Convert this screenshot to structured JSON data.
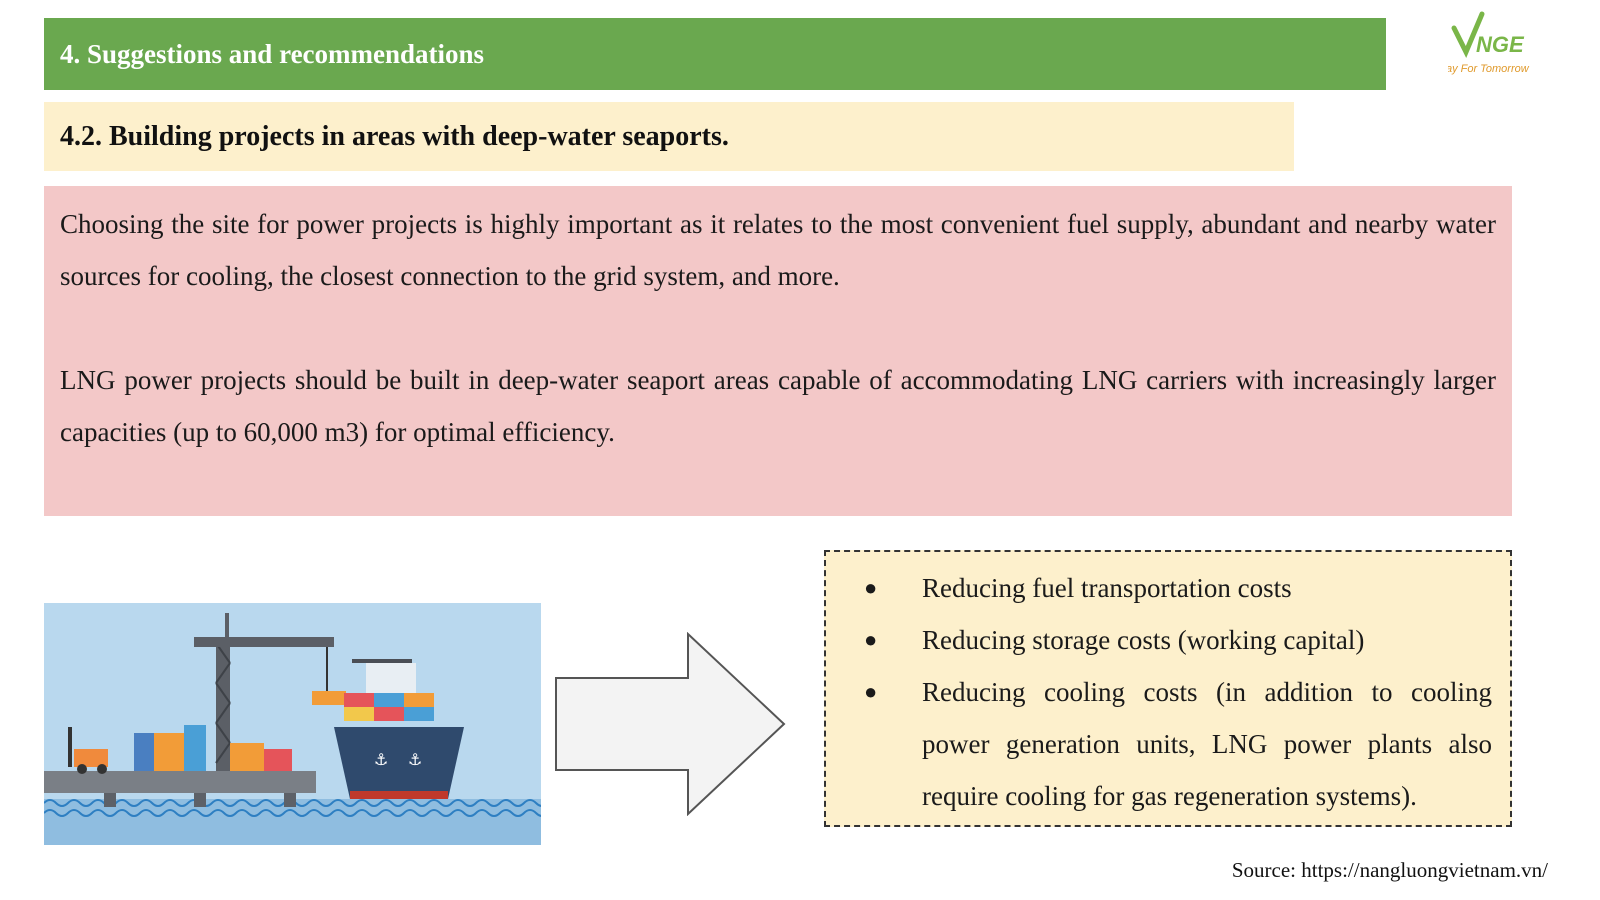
{
  "header": {
    "title": "4. Suggestions and recommendations"
  },
  "logo": {
    "name": "VNGE",
    "tagline": "Today For Tomorrow"
  },
  "subheader": {
    "title": "4.2. Building projects in areas with deep-water seaports."
  },
  "body": {
    "paragraphs": [
      "Choosing the site for power projects is highly important as it relates to the most convenient fuel supply, abundant and nearby water sources for cooling, the closest connection to the grid system, and more.",
      "LNG power projects should be built in deep-water seaport areas capable of accommodating LNG carriers with increasingly larger capacities (up to 60,000 m3) for optimal efficiency."
    ]
  },
  "benefits": {
    "items": [
      "Reducing fuel transportation costs",
      "Reducing storage costs (working capital)",
      "Reducing cooling costs (in addition to cooling power generation units, LNG power plants also require cooling for gas regeneration systems)."
    ],
    "bullet": "●"
  },
  "source": "Source: https://nangluongvietnam.vn/",
  "colors": {
    "header_green": "#6aa84f",
    "subheader_cream": "#fdf0cc",
    "body_pink": "#f3c8c8",
    "logo_green": "#7ab648",
    "logo_orange": "#e09a2c"
  }
}
